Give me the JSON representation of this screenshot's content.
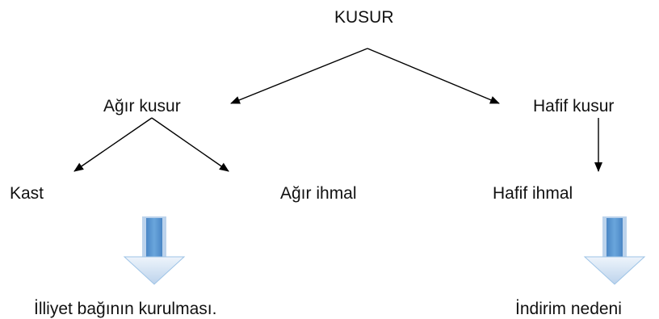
{
  "diagram": {
    "root": {
      "label": "KUSUR"
    },
    "heavy_fault": {
      "label": "Ağır kusur",
      "children": [
        "Kast",
        "Ağır ihmal"
      ]
    },
    "light_fault": {
      "label": "Hafif kusur",
      "children": [
        "Hafif ihmal"
      ]
    },
    "outcomes": {
      "kast": "İlliyet bağının kurulması.",
      "light_negligence": "İndirim nedeni"
    }
  },
  "colors": {
    "line": "#000000",
    "block_arrow_fill": "#5b9bd5",
    "block_arrow_edge": "#9dc3e6"
  }
}
